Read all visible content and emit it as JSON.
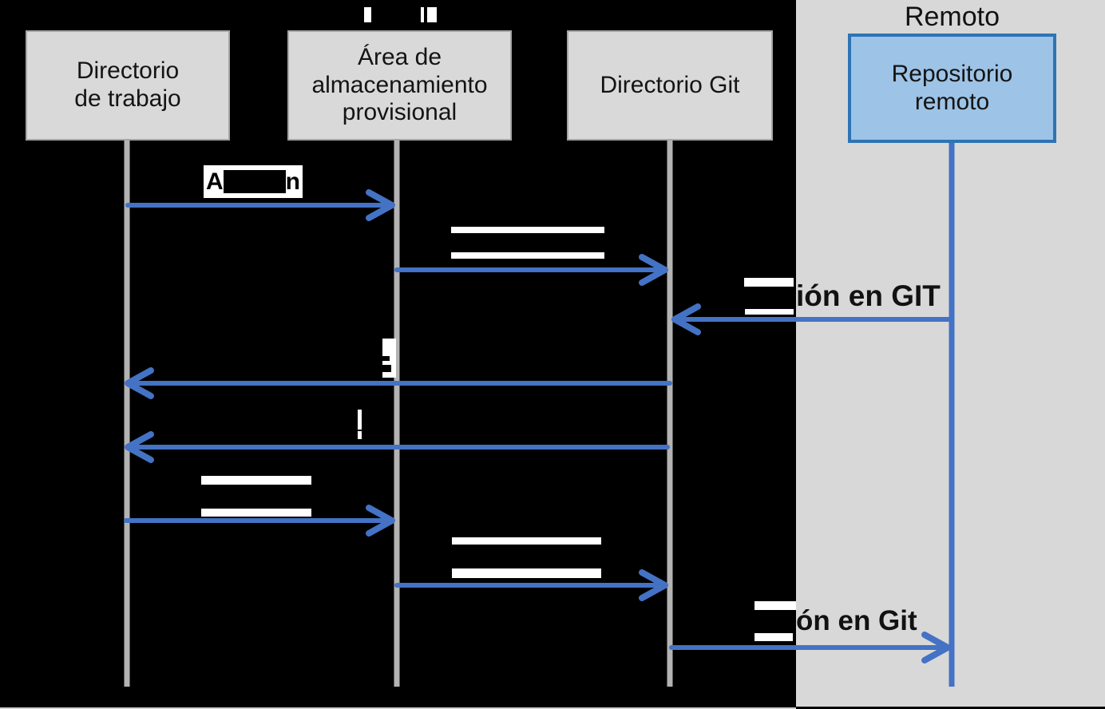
{
  "diagram": {
    "remote_panel_title": "Remoto",
    "actors": [
      {
        "id": "working-directory",
        "label": "Directorio\nde trabajo"
      },
      {
        "id": "staging-area",
        "label": "Área de\nalmacenamiento\nprovisional"
      },
      {
        "id": "git-directory",
        "label": "Directorio Git"
      },
      {
        "id": "remote-repository",
        "label": "Repositorio\nremoto"
      }
    ],
    "arrow_labels": {
      "add_visible_start": "A",
      "add_visible_end": "n",
      "fetch_visible_fragment": "ión en GIT",
      "push_visible_fragment": "ón en Git"
    },
    "colors": {
      "background": "#000000",
      "arrow_blue": "#4472c4",
      "actor_box_fill": "#d9d9d9",
      "actor_box_border": "#a6a6a6",
      "remote_box_fill": "#9dc3e6",
      "remote_box_border": "#2e74b5",
      "remote_panel_fill": "#d8d8d8",
      "lifeline_gray": "#b3b3b3"
    }
  }
}
